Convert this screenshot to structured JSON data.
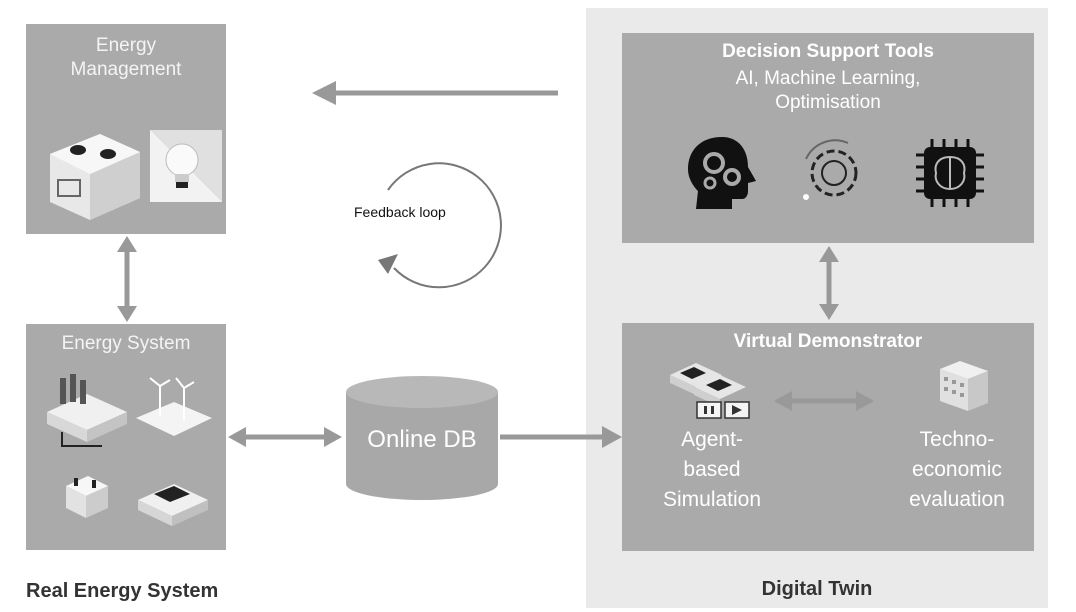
{
  "real_system": {
    "caption": "Real Energy System",
    "energy_management": {
      "title_line1": "Energy",
      "title_line2": "Management"
    },
    "energy_system": {
      "title": "Energy System"
    }
  },
  "online_db": {
    "label": "Online DB"
  },
  "feedback_loop": {
    "label": "Feedback loop"
  },
  "digital_twin": {
    "caption": "Digital Twin",
    "decision_support": {
      "title": "Decision Support Tools",
      "subtitle_line1": "AI, Machine Learning,",
      "subtitle_line2": "Optimisation"
    },
    "virtual_demonstrator": {
      "title": "Virtual Demonstrator",
      "agent_sim": {
        "line1": "Agent-",
        "line2": "based",
        "line3": "Simulation"
      },
      "techno_eval": {
        "line1": "Techno-",
        "line2": "economic",
        "line3": "evaluation"
      }
    }
  },
  "colors": {
    "box_fill": "#aaaaaa",
    "twin_background": "#eaeaea",
    "arrow": "#999999",
    "caption_text": "#333333",
    "title_text": "#ffffff"
  },
  "icons": [
    "switch-panel-icon",
    "light-bulb-icon",
    "power-plant-icon",
    "wind-turbine-icon",
    "battery-icon",
    "solar-panel-icon",
    "brain-gears-icon",
    "gear-cycle-icon",
    "brain-chip-icon",
    "houses-solar-icon",
    "play-pause-icon",
    "office-building-icon"
  ]
}
